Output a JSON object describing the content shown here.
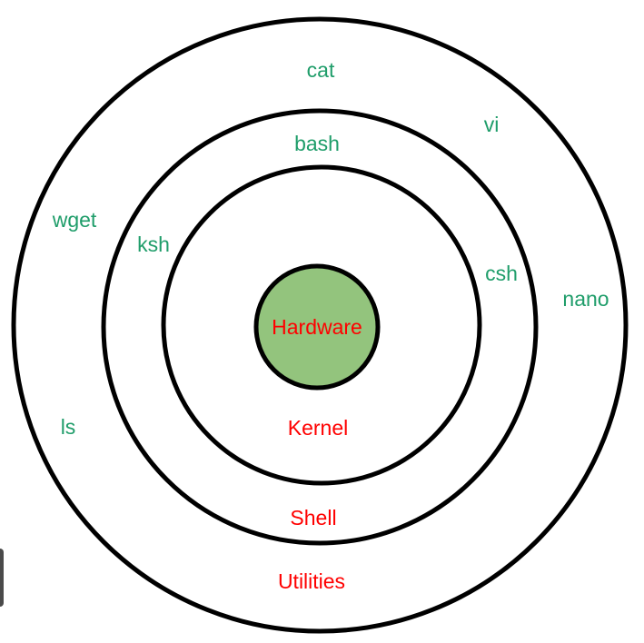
{
  "colors": {
    "layer_label": "#ff0000",
    "program_label": "#1f9d6a",
    "core_fill": "#93c47d",
    "ring_stroke": "#000000"
  },
  "layers": {
    "hardware": "Hardware",
    "kernel": "Kernel",
    "shell": "Shell",
    "utilities": "Utilities"
  },
  "shells": {
    "bash": "bash",
    "ksh": "ksh",
    "csh": "csh"
  },
  "utilities": {
    "cat": "cat",
    "vi": "vi",
    "wget": "wget",
    "nano": "nano",
    "ls": "ls"
  }
}
